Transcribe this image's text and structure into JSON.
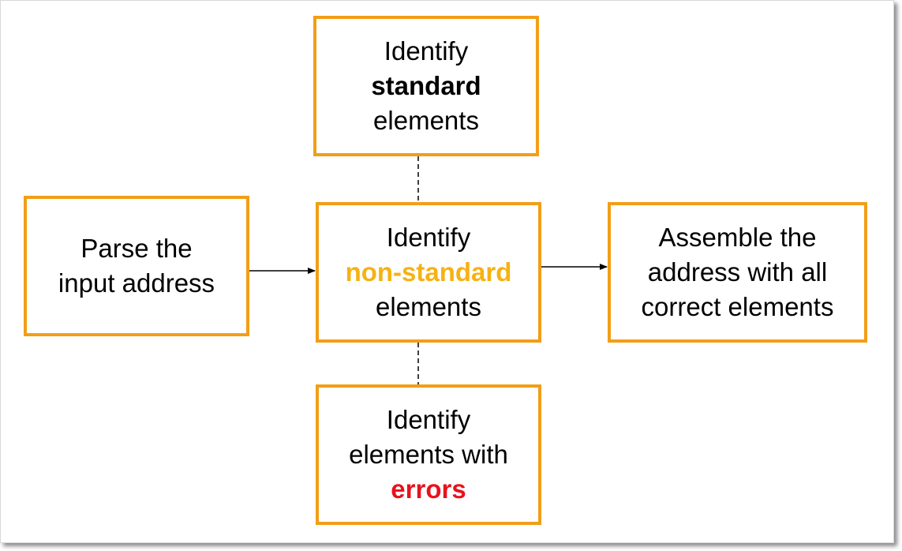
{
  "colors": {
    "box_border": "#f29e17",
    "non_standard_text": "#f6b212",
    "errors_text": "#e8121b",
    "line": "#000000"
  },
  "nodes": {
    "standard": {
      "line1": "Identify",
      "line2": "standard",
      "line3": "elements"
    },
    "parse": {
      "line1": "Parse the",
      "line2": "input address"
    },
    "nonstandard": {
      "line1": "Identify",
      "line2": "non-standard",
      "line3": "elements"
    },
    "assemble": {
      "line1": "Assemble the",
      "line2": "address with all",
      "line3": "correct elements"
    },
    "errors": {
      "line1": "Identify",
      "line2": "elements with",
      "line3": "errors"
    }
  },
  "edges": [
    {
      "from": "parse",
      "to": "nonstandard",
      "style": "arrow"
    },
    {
      "from": "nonstandard",
      "to": "assemble",
      "style": "arrow"
    },
    {
      "from": "standard",
      "to": "nonstandard",
      "style": "dashed"
    },
    {
      "from": "nonstandard",
      "to": "errors",
      "style": "dashed"
    }
  ]
}
